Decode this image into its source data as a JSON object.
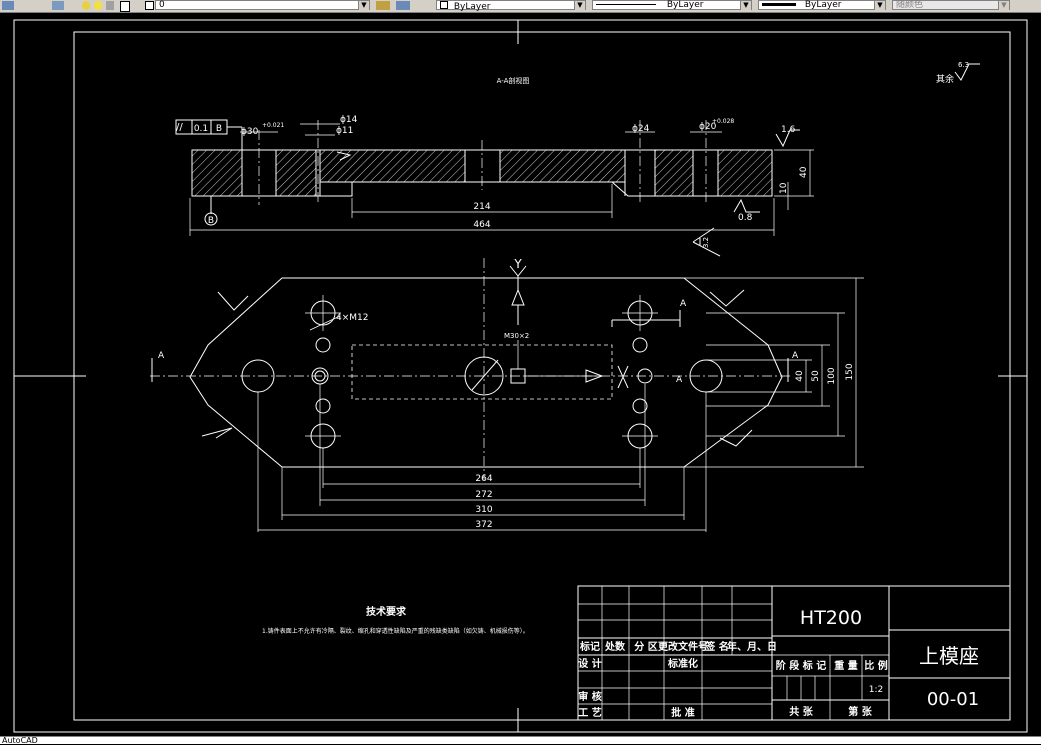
{
  "toolbar": {
    "layer_value": "0",
    "color_value": "ByLayer",
    "linetype_value": "ByLayer",
    "lineweight_value": "ByLayer",
    "plotstyle_value": "随颜色"
  },
  "command_line": {
    "text": "AutoCAD"
  },
  "drawing": {
    "section_title": "A-A剖视图",
    "roughness_other_label": "其余",
    "roughness_other_value": "6.3",
    "roughness_16": "1.6",
    "roughness_08": "0.8",
    "roughness_left": "3.2",
    "tolerance_symbol": "//",
    "tolerance_value": "0.1",
    "tolerance_datum": "B",
    "datum_b": "B",
    "dim_phi30": "ϕ30",
    "dim_phi30_tol": "+0.021",
    "dim_phi14": "ϕ14",
    "dim_phi11": "ϕ11",
    "dim_phi24": "ϕ24",
    "dim_phi20": "ϕ20",
    "dim_phi20_tol": "+0.028",
    "dim_214": "214",
    "dim_464": "464",
    "dim_40_side": "40",
    "dim_10_side": "10",
    "label_y": "Y",
    "label_m12": "4×M12",
    "label_m30": "M30×2",
    "label_a_left": "A",
    "label_a_right": "A",
    "label_a_top": "A",
    "label_a_mid": "A",
    "dim_40": "40",
    "dim_50": "50",
    "dim_100": "100",
    "dim_150": "150",
    "dim_264": "264",
    "dim_272": "272",
    "dim_310": "310",
    "dim_372": "372",
    "tech_title": "技术要求",
    "tech_line1": "1.铸件表面上不允许有冷隔、裂纹、缩孔和穿透性缺陷及严重的残缺类缺陷（如欠铸、机械损伤等）。"
  },
  "title_block": {
    "material": "HT200",
    "part_name": "上模座",
    "drawing_no": "00-01",
    "scale": "1:2",
    "headers": [
      "标记",
      "处数",
      "分 区",
      "更改文件号",
      "签 名",
      "年、月、日"
    ],
    "row_design": "设 计",
    "row_standard": "标准化",
    "row_check": "审 核",
    "row_process": "工 艺",
    "row_approve": "批 准",
    "stage_mark": "阶 段 标 记",
    "weight": "重 量",
    "ratio": "比 例",
    "total_sheets": "共    张",
    "sheet_no": "第    张"
  }
}
